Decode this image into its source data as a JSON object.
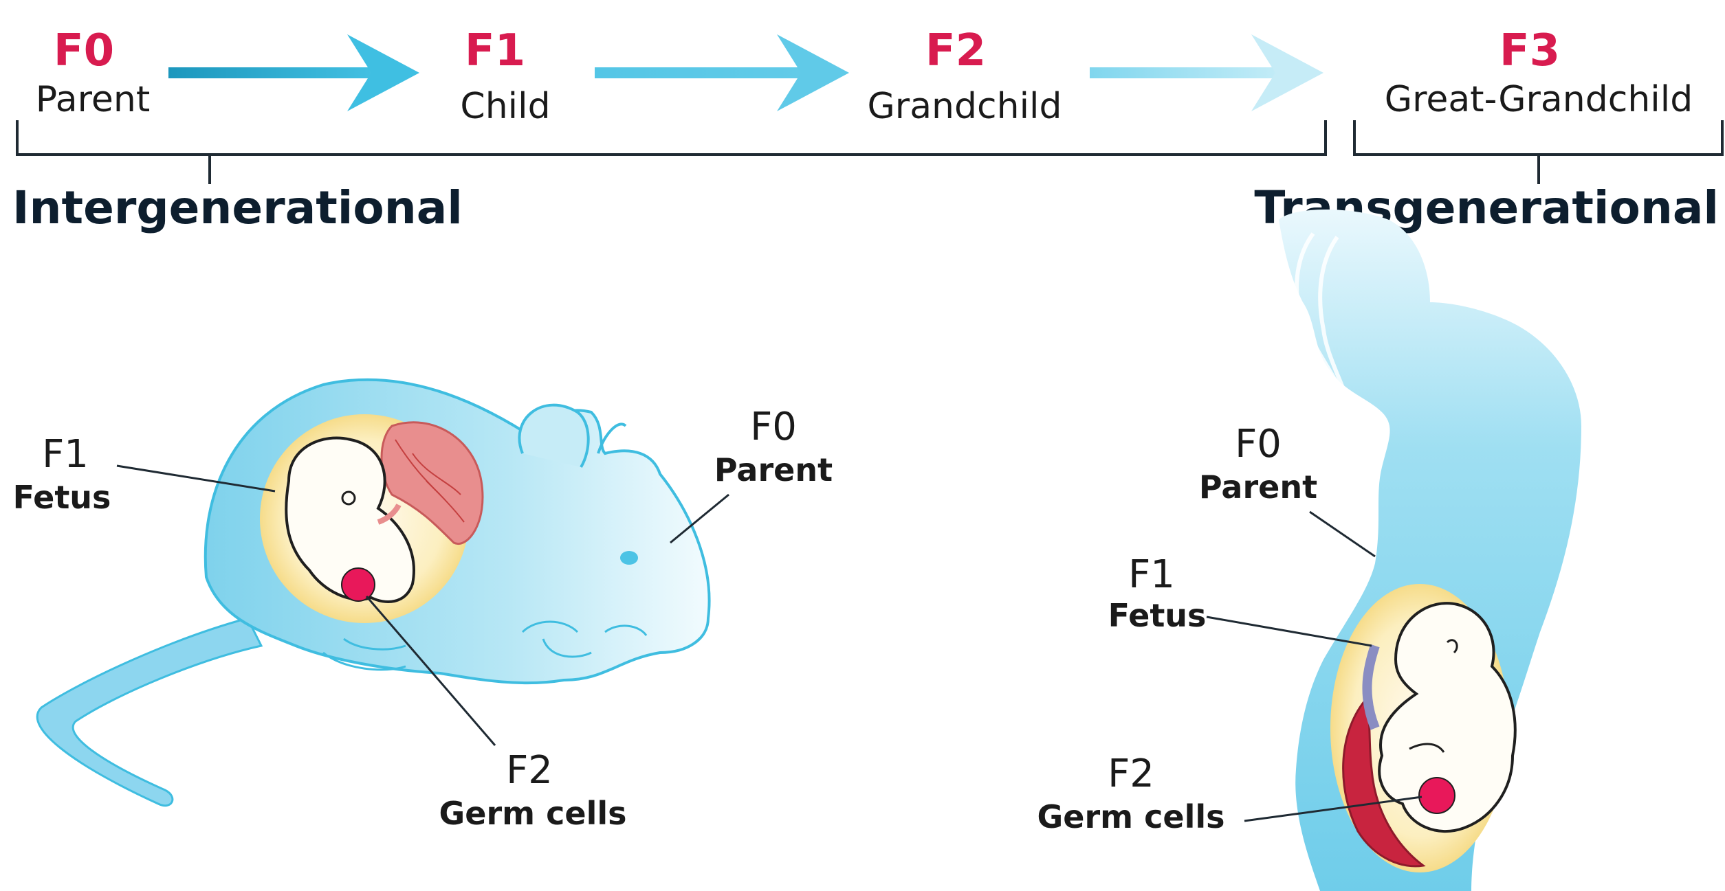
{
  "generations": [
    {
      "code": "F0",
      "name": "Parent"
    },
    {
      "code": "F1",
      "name": "Child"
    },
    {
      "code": "F2",
      "name": "Grandchild"
    },
    {
      "code": "F3",
      "name": "Great-Grandchild"
    }
  ],
  "spans": {
    "intergenerational": "Intergenerational",
    "transgenerational": "Transgenerational"
  },
  "mouse_labels": {
    "f1_code": "F1",
    "f1_name": "Fetus",
    "f0_code": "F0",
    "f0_name": "Parent",
    "f2_code": "F2",
    "f2_name": "Germ cells"
  },
  "human_labels": {
    "f0_code": "F0",
    "f0_name": "Parent",
    "f1_code": "F1",
    "f1_name": "Fetus",
    "f2_code": "F2",
    "f2_name": "Germ cells"
  },
  "colors": {
    "generation_code": "#d81b4f",
    "arrow": "#36b8dc",
    "silhouette": "#7fd4ee",
    "womb": "#fbe8a6",
    "germ_cell": "#e8185a"
  }
}
